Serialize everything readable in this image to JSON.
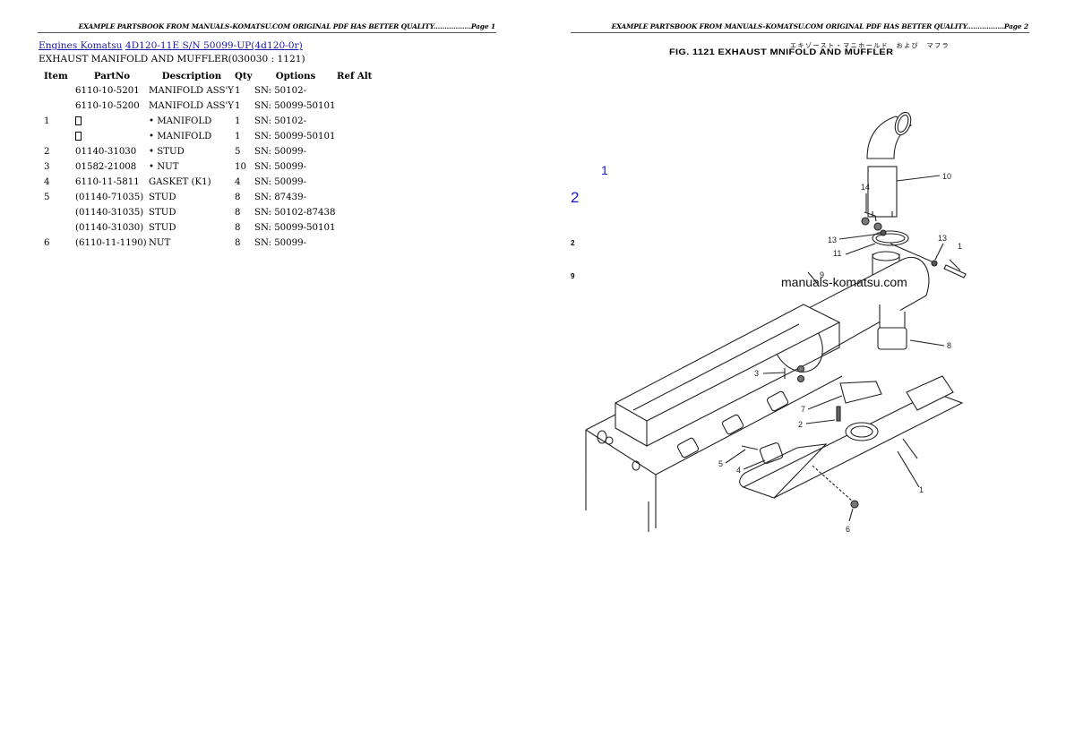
{
  "page1": {
    "header": "EXAMPLE PARTSBOOK FROM MANUALS-KOMATSU.COM ORIGINAL PDF HAS BETTER QUALITY.................Page 1",
    "breadcrumb": {
      "link1": "Engines Komatsu",
      "link2": "4D120-11E S/N 50099-UP(4d120-0r)"
    },
    "subtitle": "EXHAUST MANIFOLD AND MUFFLER(030030 : 1121)",
    "table": {
      "columns": [
        "Item",
        "PartNo",
        "Description",
        "Qty",
        "Options",
        "Ref Alt"
      ],
      "rows": [
        {
          "item": "",
          "partno": "6110-10-5201",
          "description": "MANIFOLD ASS'Y",
          "qty": "1",
          "options": "SN: 50102-",
          "ref": ""
        },
        {
          "item": "",
          "partno": "6110-10-5200",
          "description": "MANIFOLD ASS'Y",
          "qty": "1",
          "options": "SN: 50099-50101",
          "ref": ""
        },
        {
          "item": "1",
          "partno": "",
          "description": "• MANIFOLD",
          "qty": "1",
          "options": "SN: 50102-",
          "ref": "",
          "missing_glyph": true
        },
        {
          "item": "",
          "partno": "",
          "description": "• MANIFOLD",
          "qty": "1",
          "options": "SN: 50099-50101",
          "ref": "",
          "missing_glyph": true
        },
        {
          "item": "2",
          "partno": "01140-31030",
          "description": "• STUD",
          "qty": "5",
          "options": "SN: 50099-",
          "ref": ""
        },
        {
          "item": "3",
          "partno": "01582-21008",
          "description": "• NUT",
          "qty": "10",
          "options": "SN: 50099-",
          "ref": ""
        },
        {
          "item": "4",
          "partno": "6110-11-5811",
          "description": "GASKET (K1)",
          "qty": "4",
          "options": "SN: 50099-",
          "ref": ""
        },
        {
          "item": "5",
          "partno": "(01140-71035)",
          "description": "STUD",
          "qty": "8",
          "options": "SN: 87439-",
          "ref": ""
        },
        {
          "item": "",
          "partno": "(01140-31035)",
          "description": "STUD",
          "qty": "8",
          "options": "SN: 50102-87438",
          "ref": ""
        },
        {
          "item": "",
          "partno": "(01140-31030)",
          "description": "STUD",
          "qty": "8",
          "options": "SN: 50099-50101",
          "ref": ""
        },
        {
          "item": "6",
          "partno": "(6110-11-1190)",
          "description": "NUT",
          "qty": "8",
          "options": "SN: 50099-",
          "ref": ""
        }
      ]
    }
  },
  "page2": {
    "header": "EXAMPLE PARTSBOOK FROM MANUALS-KOMATSU.COM ORIGINAL PDF HAS BETTER QUALITY.................Page 2",
    "figure_title_jp": "エキゾースト・マニホールド　および　マフラ",
    "figure_title": "FIG. 1121   EXHAUST  MNIFOLD  AND  MUFFLER",
    "watermark": "manuals-komatsu.com",
    "blue_labels": [
      "1",
      "2"
    ],
    "edge_labels": [
      "2",
      "9"
    ],
    "callouts": [
      "1",
      "2",
      "3",
      "4",
      "5",
      "6",
      "7",
      "8",
      "9",
      "10",
      "11",
      "13",
      "13",
      "14",
      "1"
    ],
    "colors": {
      "link": "#1a1aa6",
      "blue_label": "#1a1ad6"
    }
  }
}
